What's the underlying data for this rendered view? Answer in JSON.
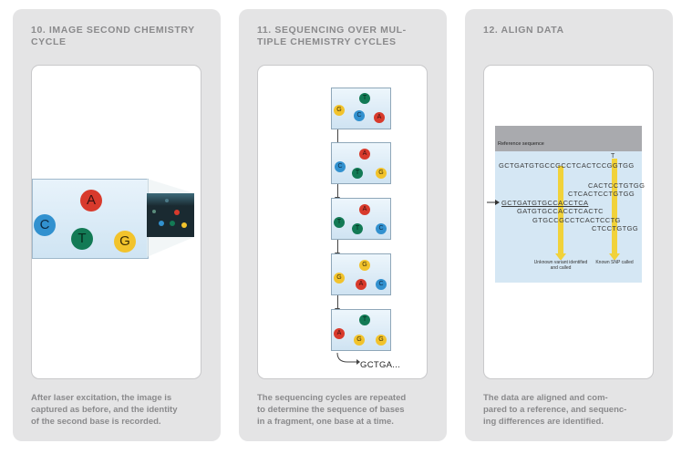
{
  "panels": [
    {
      "title": "10. IMAGE SECOND CHEMISTRY\nCYCLE",
      "caption": "After laser excitation, the image is\ncaptured as before, and the identity\nof the second base is recorded.",
      "bases": [
        "A",
        "C",
        "T",
        "G"
      ]
    },
    {
      "title": "11. SEQUENCING OVER MUL-\nTIPLE CHEMISTRY CYCLES",
      "caption": "The sequencing cycles are repeated\nto determine the sequence of bases\nin a fragment, one base at a time.",
      "slides": [
        [
          "T",
          "G",
          "C",
          "A"
        ],
        [
          "A",
          "C",
          "T",
          "G"
        ],
        [
          "A",
          "T",
          "T",
          "C"
        ],
        [
          "G",
          "G",
          "A",
          "C"
        ],
        [
          "T",
          "A",
          "G",
          "G"
        ]
      ],
      "output_sequence": "GCTGA..."
    },
    {
      "title": "12. ALIGN DATA",
      "caption": "The data are aligned and com-\npared to a reference, and sequenc-\ning differences are identified.",
      "reference_label": "Reference sequence",
      "marker_T": "T",
      "reference_sequence": "GCTGATGTGCCGCCTCACTCCGGTGG",
      "reads": [
        "CACTCCTGTGG",
        "CTCACTCCTGTGG",
        "GCTGATGTGCCACCTCA",
        "GATGTGCCACCTCACTC",
        "GTGCCGCCTCACTCCTG",
        "CTCCTGTGG"
      ],
      "variant_note": "Unknown variant\nidentified and called",
      "snp_note": "Known\nSNP called"
    }
  ],
  "colors": {
    "A": "#d83a2c",
    "C": "#3291cf",
    "T": "#137a55",
    "G": "#f2c32c"
  }
}
